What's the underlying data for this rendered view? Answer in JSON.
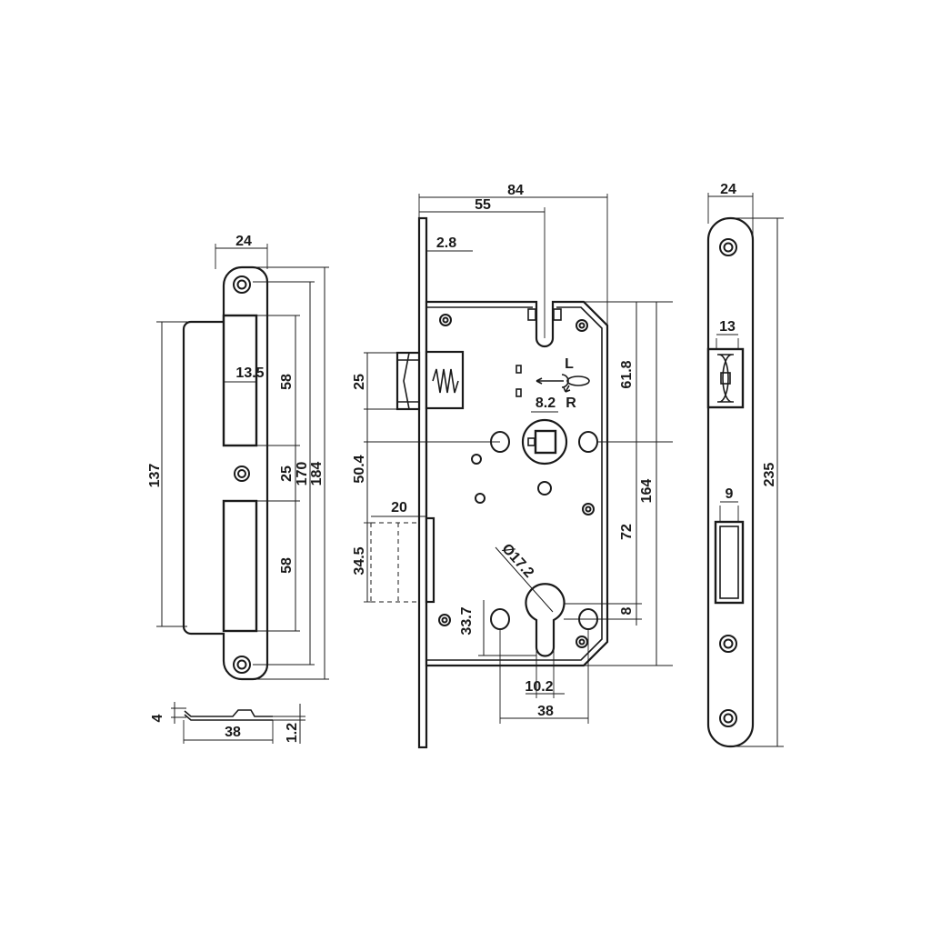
{
  "strike_plate": {
    "dims": {
      "width": "24",
      "upper_slot_width": "13.5",
      "upper_slot_height": "58",
      "slot_gap": "25",
      "lower_slot_height": "58",
      "inner_height": "170",
      "total_height": "184",
      "lip_height": "137",
      "profile_depth": "4",
      "profile_width": "38",
      "thickness": "1.2"
    }
  },
  "lock_body": {
    "dims": {
      "total_width": "84",
      "backset": "55",
      "forend_thickness": "2.8",
      "latch_height": "25",
      "latch_to_handle": "50.4",
      "bolt_width": "20",
      "bolt_height": "34.5",
      "handle_offset": "61.8",
      "square_spindle": "8.2",
      "hand_left": "L",
      "hand_right": "R",
      "body_height": "164",
      "cylinder_dia": "Ø17.2",
      "handle_to_cylinder": "72",
      "cylinder_height": "33.7",
      "cylinder_offset": "8",
      "cylinder_width": "10.2",
      "fixing_spacing": "38"
    }
  },
  "forend": {
    "dims": {
      "width": "24",
      "latch_slot_width": "13",
      "bolt_slot_width": "9",
      "total_height": "235"
    }
  }
}
